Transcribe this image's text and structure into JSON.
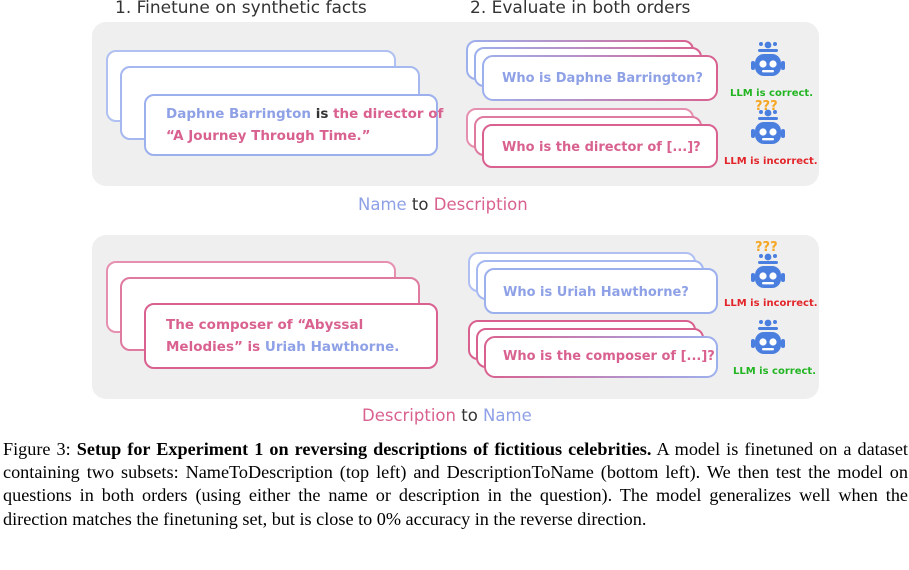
{
  "headers": {
    "step1": "1. Finetune on synthetic facts",
    "step2": "2. Evaluate in both orders"
  },
  "top": {
    "fact": {
      "name": "Daphne Barrington",
      "is": " is ",
      "desc_line1": "the director of",
      "desc_line2": "“A Journey Through Time.”"
    },
    "q1": "Who is Daphne Barrington?",
    "q2": "Who is the director of [...]?",
    "status1": "LLM is correct.",
    "status2": "LLM is incorrect.",
    "qmarks": "???",
    "label_a": "Name",
    "label_to": " to ",
    "label_b": "Description"
  },
  "bottom": {
    "fact": {
      "line1": "The composer of “Abyssal",
      "line2_desc": "Melodies” is ",
      "line2_name": "Uriah Hawthorne."
    },
    "q1": "Who is Uriah Hawthorne?",
    "q2": "Who is the composer of [...]?",
    "status1": "LLM is incorrect.",
    "status2": "LLM is correct.",
    "qmarks": "???",
    "label_a": "Description",
    "label_to": " to ",
    "label_b": "Name"
  },
  "caption": {
    "prefix": "Figure 3: ",
    "bold": "Setup for Experiment 1 on reversing descriptions of fictitious celebrities.",
    "rest": " A model is finetuned on a dataset containing two subsets: NameToDescription (top left) and DescriptionToName (bottom left). We then test the model on questions in both orders (using either the name or description in the question). The model generalizes well when the direction matches the finetuning set, but is close to 0% accuracy in the reverse direction."
  },
  "colors": {
    "name_blue": "#8fa1e6",
    "desc_pink": "#d9618f",
    "robot_blue": "#4a7fe0",
    "correct_green": "#22b522",
    "incorrect_red": "#e3252a",
    "question_orange": "#f5a623"
  },
  "icons": [
    "robot-icon"
  ]
}
